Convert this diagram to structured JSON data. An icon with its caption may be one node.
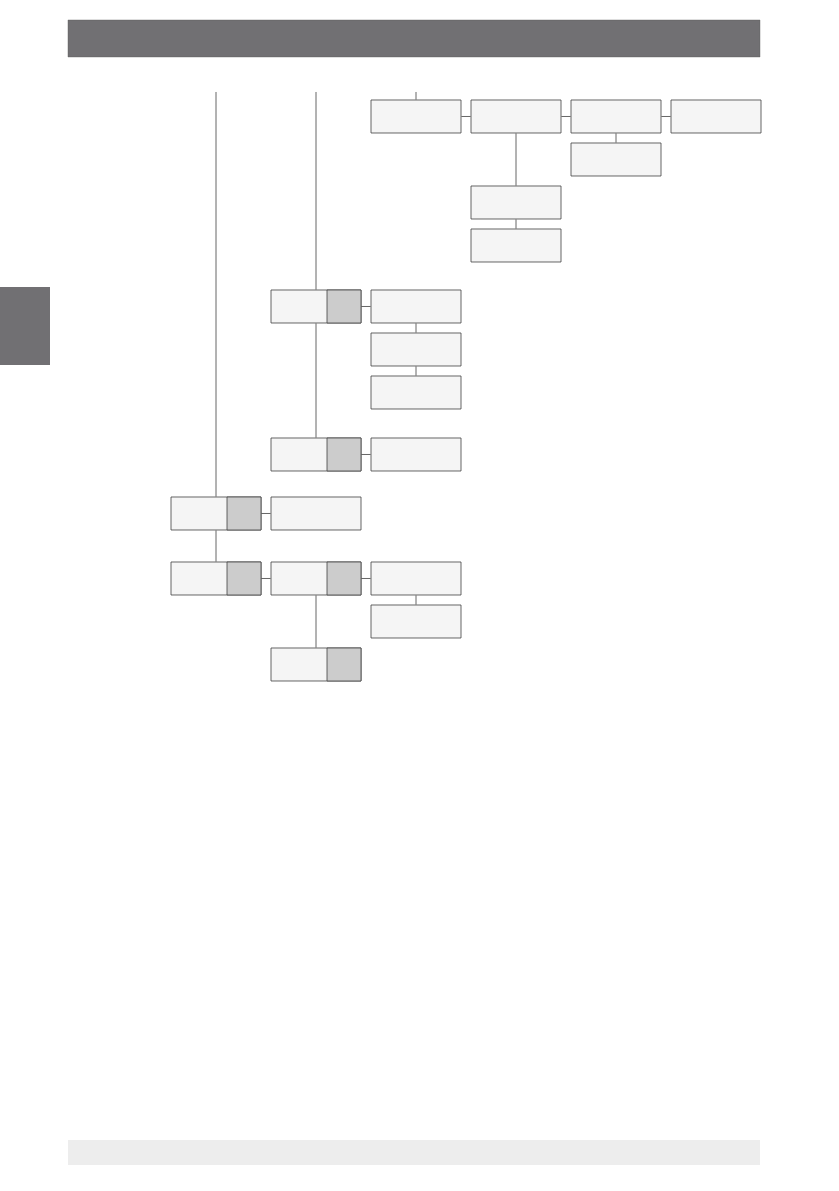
{
  "diagram": {
    "nodes": [
      {
        "text": [],
        "shape": "box"
      },
      {
        "text": [],
        "shape": "box"
      },
      {
        "text": [],
        "shape": "box"
      },
      {
        "text": [],
        "shape": "box"
      },
      {
        "text": [],
        "shape": "box"
      },
      {
        "text": [],
        "shape": "box"
      },
      {
        "text": [],
        "shape": "box"
      },
      {
        "text": [],
        "shape": "box"
      },
      {
        "text": [],
        "shape": "box"
      },
      {
        "text": [],
        "shape": "box"
      },
      {
        "text": [],
        "shape": "box"
      },
      {
        "text": [],
        "shape": "box"
      },
      {
        "text": [],
        "shape": "box"
      },
      {
        "text": [],
        "shape": "box"
      },
      {
        "text": [],
        "shape": "box"
      },
      {
        "text": [],
        "shape": "box"
      },
      {
        "text": [],
        "shape": "box"
      },
      {
        "text": [],
        "shape": "box"
      },
      {
        "text": [],
        "shape": "box"
      },
      {
        "text": [],
        "shape": "box"
      }
    ],
    "edges": [
      {
        "from": null,
        "to": 0,
        "arrow": "none"
      },
      {
        "from": 0,
        "to": 1,
        "arrow": "none"
      },
      {
        "from": 1,
        "to": 2,
        "arrow": "none"
      },
      {
        "from": 2,
        "to": 3,
        "arrow": "none"
      },
      {
        "from": 2,
        "to": 4,
        "arrow": "none"
      },
      {
        "from": 1,
        "to": 5,
        "arrow": "none"
      },
      {
        "from": 5,
        "to": 6,
        "arrow": "none"
      },
      {
        "from": null,
        "to": 7,
        "arrow": "none"
      },
      {
        "from": 7,
        "to": 8,
        "arrow": "none"
      },
      {
        "from": 8,
        "to": 9,
        "arrow": "none"
      },
      {
        "from": 9,
        "to": 10,
        "arrow": "none"
      },
      {
        "from": 7,
        "to": 11,
        "arrow": "none"
      },
      {
        "from": 11,
        "to": 12,
        "arrow": "none"
      },
      {
        "from": null,
        "to": 13,
        "arrow": "none"
      },
      {
        "from": 13,
        "to": 14,
        "arrow": "none"
      },
      {
        "from": 13,
        "to": 15,
        "arrow": "none"
      },
      {
        "from": 15,
        "to": 16,
        "arrow": "none"
      },
      {
        "from": 16,
        "to": 17,
        "arrow": "none"
      },
      {
        "from": 17,
        "to": 18,
        "arrow": "none"
      },
      {
        "from": 16,
        "to": 19,
        "arrow": "none"
      }
    ]
  }
}
